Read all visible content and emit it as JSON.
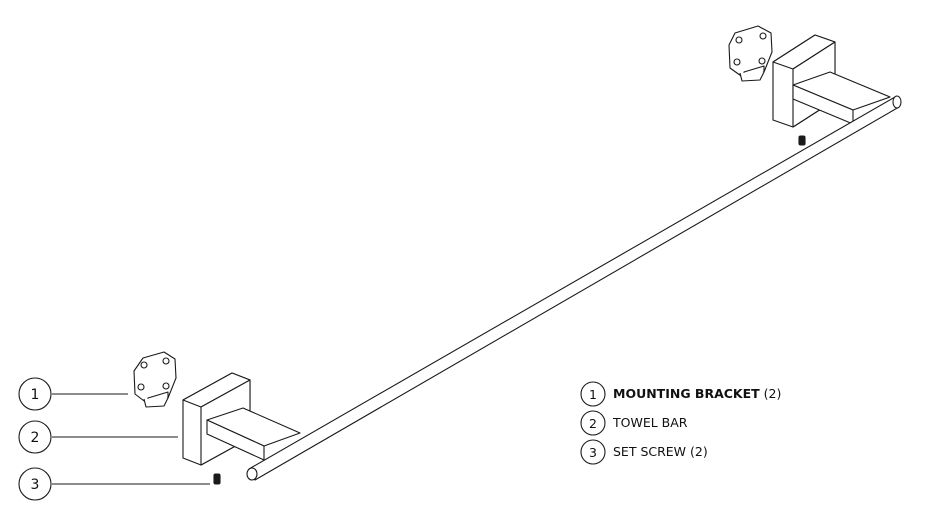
{
  "callouts": [
    {
      "number": "1"
    },
    {
      "number": "2"
    },
    {
      "number": "3"
    }
  ],
  "legend": [
    {
      "number": "1",
      "label": "MOUNTING BRACKET",
      "qty": " (2)"
    },
    {
      "number": "2",
      "label": "TOWEL BAR",
      "qty": ""
    },
    {
      "number": "3",
      "label": "SET SCREW",
      "qty": " (2)"
    }
  ]
}
